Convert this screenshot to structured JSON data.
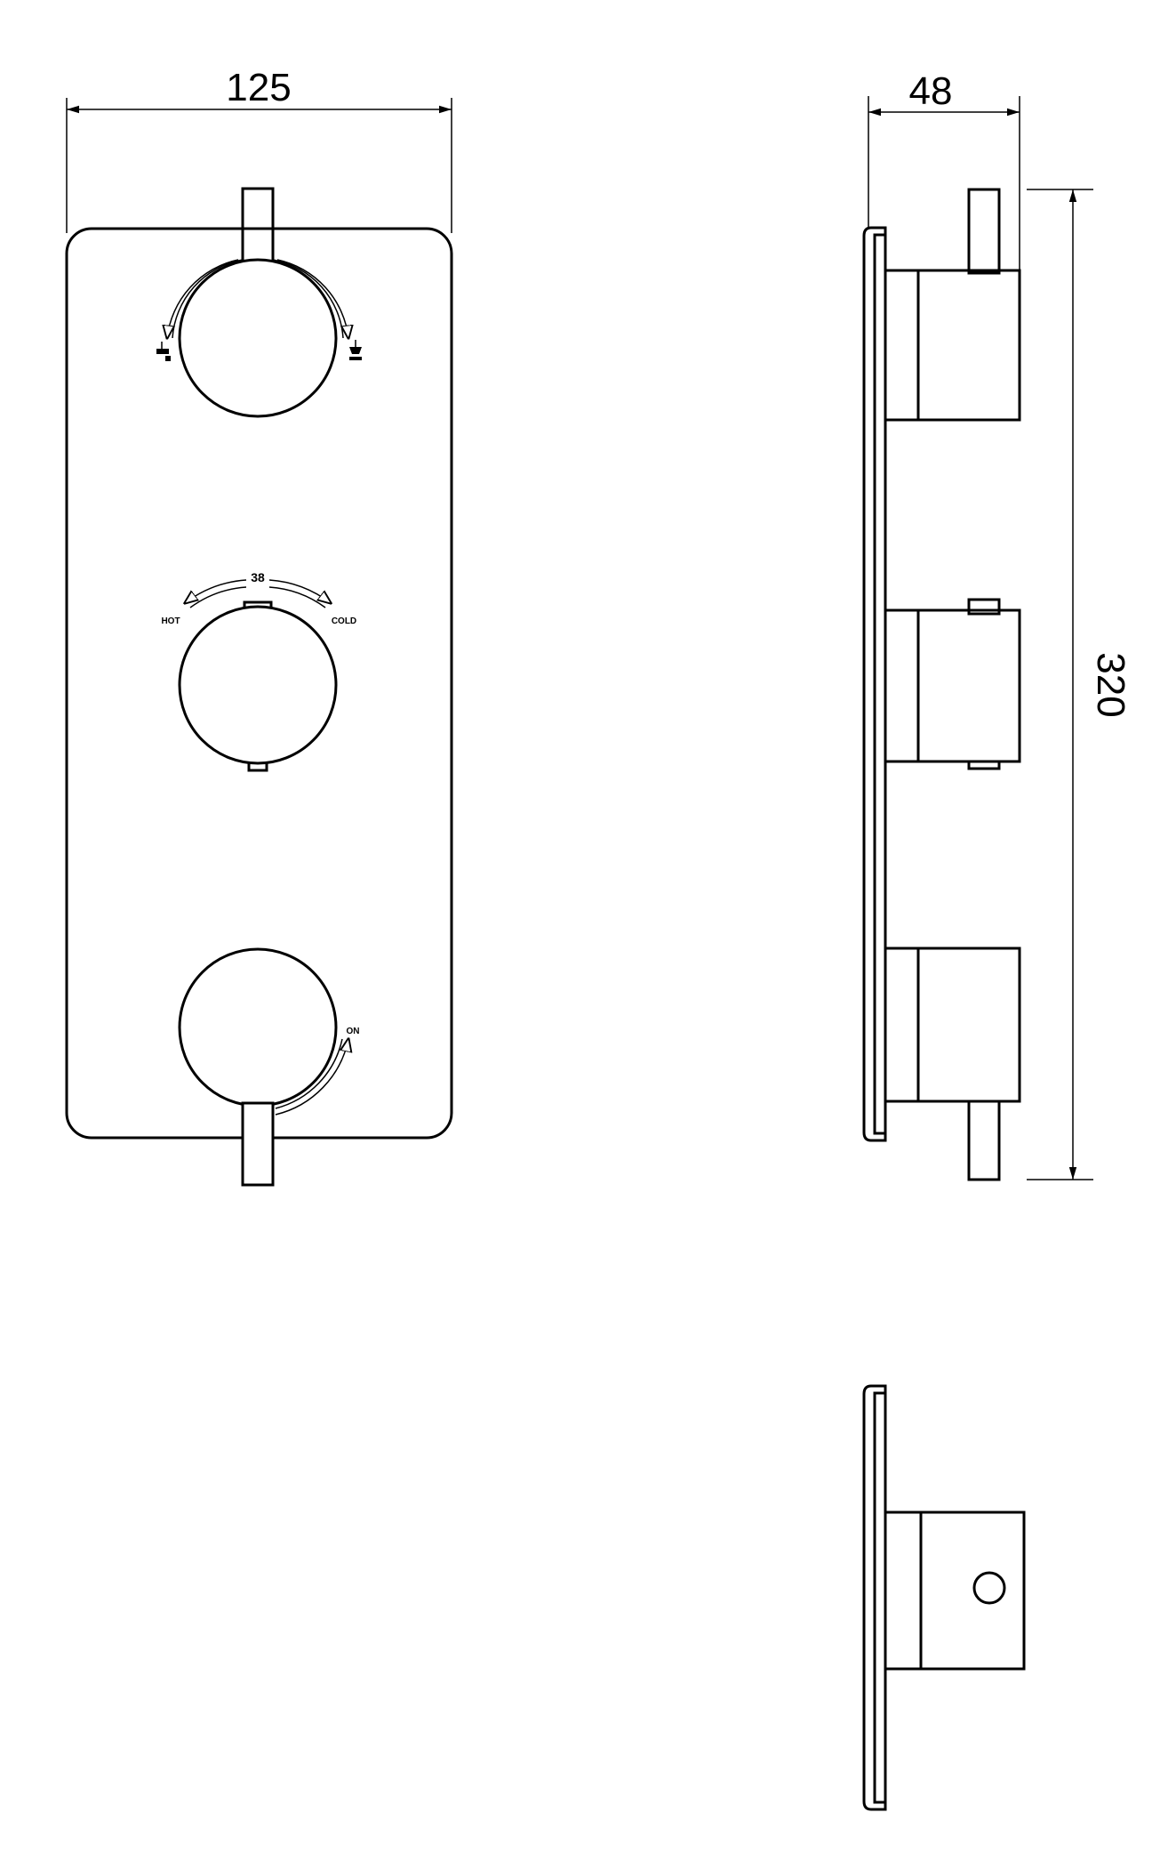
{
  "dimensions": {
    "width": "125",
    "depth": "48",
    "height": "320"
  },
  "front_view": {
    "thermostat": {
      "setpoint": "38",
      "hot_label": "HOT",
      "cold_label": "COLD"
    },
    "flow_control": {
      "on_label": "ON"
    }
  },
  "colors": {
    "line": "#000000",
    "background": "#ffffff"
  }
}
